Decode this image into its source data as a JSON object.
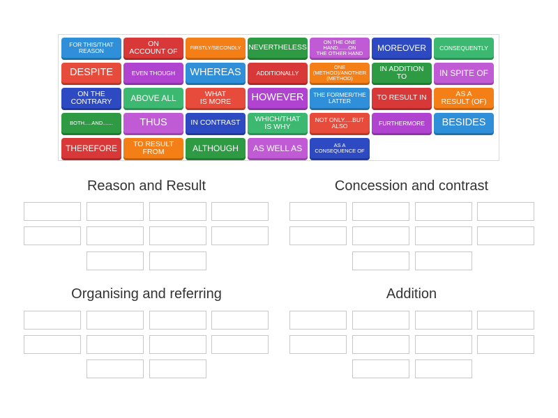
{
  "tiles": [
    {
      "label": "FOR THIS/THAT\nREASON",
      "color": "#2f8fd8"
    },
    {
      "label": "ON\nACCOUNT OF",
      "color": "#d83838"
    },
    {
      "label": "FIRSTLY/SECONDLY",
      "color": "#f57f17"
    },
    {
      "label": "NEVERTHELESS",
      "color": "#2e9a44"
    },
    {
      "label": "ON THE ONE\nHAND.......ON\nTHE OTHER HAND",
      "color": "#c05ad5"
    },
    {
      "label": "MOREOVER",
      "color": "#2d4ac2"
    },
    {
      "label": "CONSEQUENTLY",
      "color": "#3cb870"
    },
    {
      "label": "DESPITE",
      "color": "#e64b3b"
    },
    {
      "label": "EVEN THOUGH",
      "color": "#b044d1"
    },
    {
      "label": "WHEREAS",
      "color": "#2f8fd8"
    },
    {
      "label": "ADDITIONALLY",
      "color": "#d83838"
    },
    {
      "label": "ONE\n(METHOD)/ANOTHER\n(METHOD)",
      "color": "#f57f17"
    },
    {
      "label": "IN ADDITION\nTO",
      "color": "#2e9a44"
    },
    {
      "label": "IN SPITE OF",
      "color": "#c05ad5"
    },
    {
      "label": "ON THE\nCONTRARY",
      "color": "#2d4ac2"
    },
    {
      "label": "ABOVE ALL",
      "color": "#3cb870"
    },
    {
      "label": "WHAT\nIS MORE",
      "color": "#e64b3b"
    },
    {
      "label": "HOWEVER",
      "color": "#b044d1"
    },
    {
      "label": "THE FORMER/THE\nLATTER",
      "color": "#2f8fd8"
    },
    {
      "label": "TO RESULT IN",
      "color": "#d83838"
    },
    {
      "label": "AS A\nRESULT (OF)",
      "color": "#f57f17"
    },
    {
      "label": "BOTH.....AND.......",
      "color": "#2e9a44"
    },
    {
      "label": "THUS",
      "color": "#c05ad5"
    },
    {
      "label": "IN CONTRAST",
      "color": "#2d4ac2"
    },
    {
      "label": "WHICH/THAT\nIS WHY",
      "color": "#3cb870"
    },
    {
      "label": "NOT ONLY.....BUT\nALSO",
      "color": "#e64b3b"
    },
    {
      "label": "FURTHERMORE",
      "color": "#b044d1"
    },
    {
      "label": "BESIDES",
      "color": "#2f8fd8"
    },
    {
      "label": "THEREFORE",
      "color": "#d83838"
    },
    {
      "label": "TO RESULT\nFROM",
      "color": "#f57f17"
    },
    {
      "label": "ALTHOUGH",
      "color": "#2e9a44"
    },
    {
      "label": "AS WELL AS",
      "color": "#c05ad5"
    },
    {
      "label": "AS A\nCONSEQUENCE OF",
      "color": "#2d4ac2"
    }
  ],
  "groups": [
    {
      "title": "Reason and Result",
      "slot_count": 10
    },
    {
      "title": "Concession and contrast",
      "slot_count": 10
    },
    {
      "title": "Organising and referring",
      "slot_count": 10
    },
    {
      "title": "Addition",
      "slot_count": 10
    }
  ]
}
